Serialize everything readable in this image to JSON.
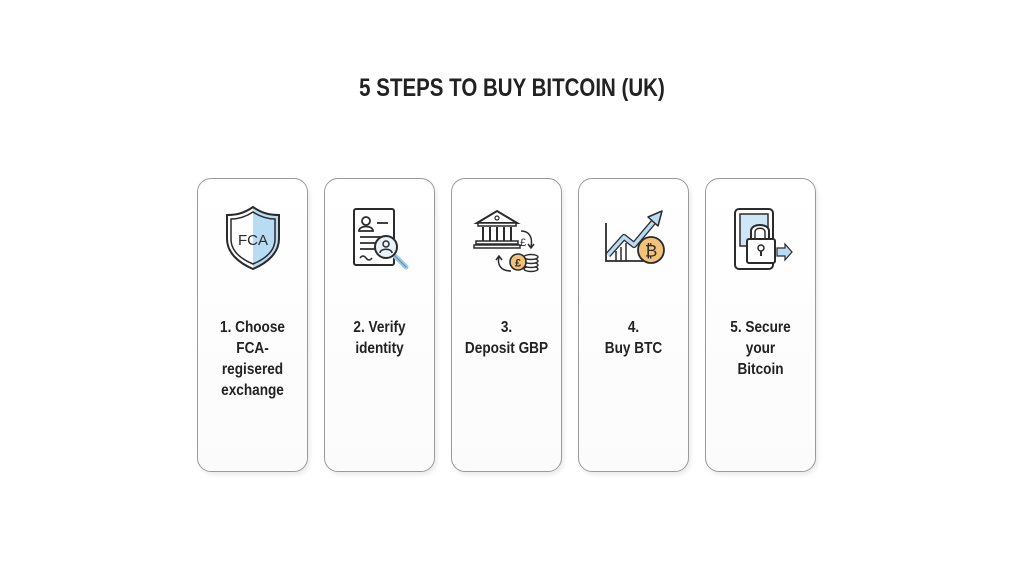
{
  "title": "5 STEPS TO BUY BITCOIN (UK)",
  "colors": {
    "accent_blue": "#b9dcf5",
    "accent_orange": "#f3c27a",
    "stroke": "#2b2b2b",
    "card_border": "#9a9a9a"
  },
  "steps": [
    {
      "icon": "fca-shield-icon",
      "icon_text": "FCA",
      "lines": [
        "1. Choose FCA-",
        "regisered",
        "exchange"
      ]
    },
    {
      "icon": "id-document-search-icon",
      "lines": [
        "2. Verify",
        "identity"
      ]
    },
    {
      "icon": "bank-pound-transfer-icon",
      "icon_text": "£",
      "lines": [
        "3.",
        "Deposit GBP"
      ]
    },
    {
      "icon": "bitcoin-growth-chart-icon",
      "icon_text": "₿",
      "lines": [
        "4.",
        "Buy BTC"
      ]
    },
    {
      "icon": "wallet-lock-icon",
      "lines": [
        "5. Secure",
        "your",
        "Bitcoin"
      ]
    }
  ]
}
